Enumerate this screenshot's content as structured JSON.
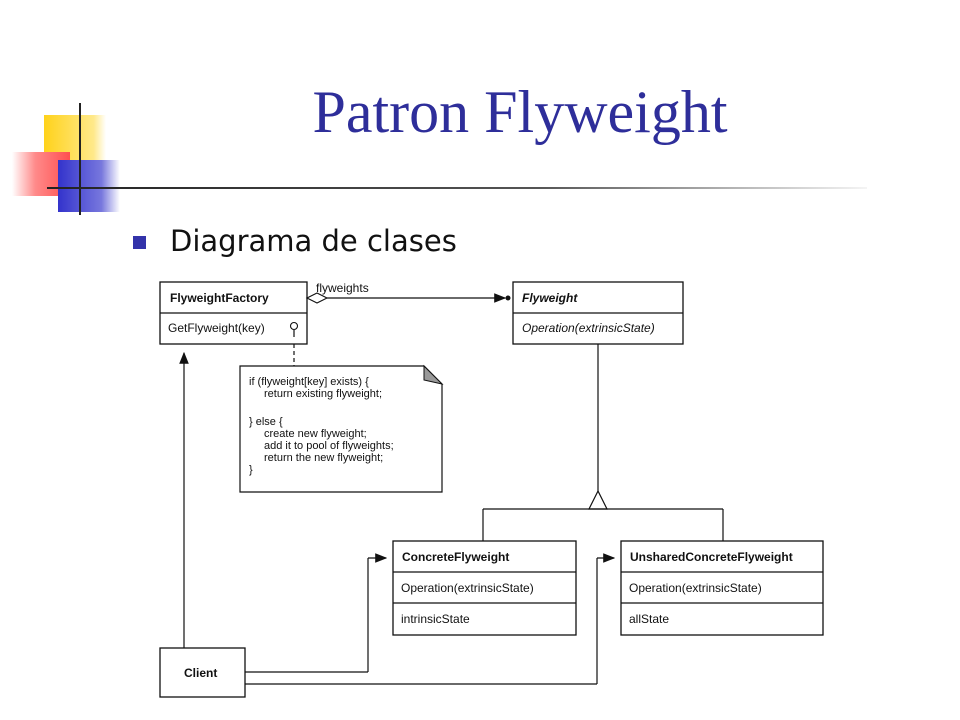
{
  "slide": {
    "title": "Patron Flyweight",
    "bullet": "Diagrama de clases"
  },
  "colors": {
    "title": "#2e2e9a",
    "bullet": "#3333aa",
    "deco_yellow": "#ffd21a",
    "deco_red": "#ff4f4f",
    "deco_blue": "#3333cc"
  },
  "diagram": {
    "factory": {
      "name": "FlyweightFactory",
      "operation": "GetFlyweight(key)"
    },
    "flyweight": {
      "name": "Flyweight",
      "operation": "Operation(extrinsicState)"
    },
    "concrete": {
      "name": "ConcreteFlyweight",
      "operation": "Operation(extrinsicState)",
      "attribute": "intrinsicState"
    },
    "unshared": {
      "name": "UnsharedConcreteFlyweight",
      "operation": "Operation(extrinsicState)",
      "attribute": "allState"
    },
    "client": {
      "name": "Client"
    },
    "association_label": "flyweights",
    "note_lines": [
      "if (flyweight[key] exists) {",
      "return existing flyweight;",
      "} else {",
      "create new flyweight;",
      "add it to pool of flyweights;",
      "return the new flyweight;",
      "}"
    ]
  }
}
